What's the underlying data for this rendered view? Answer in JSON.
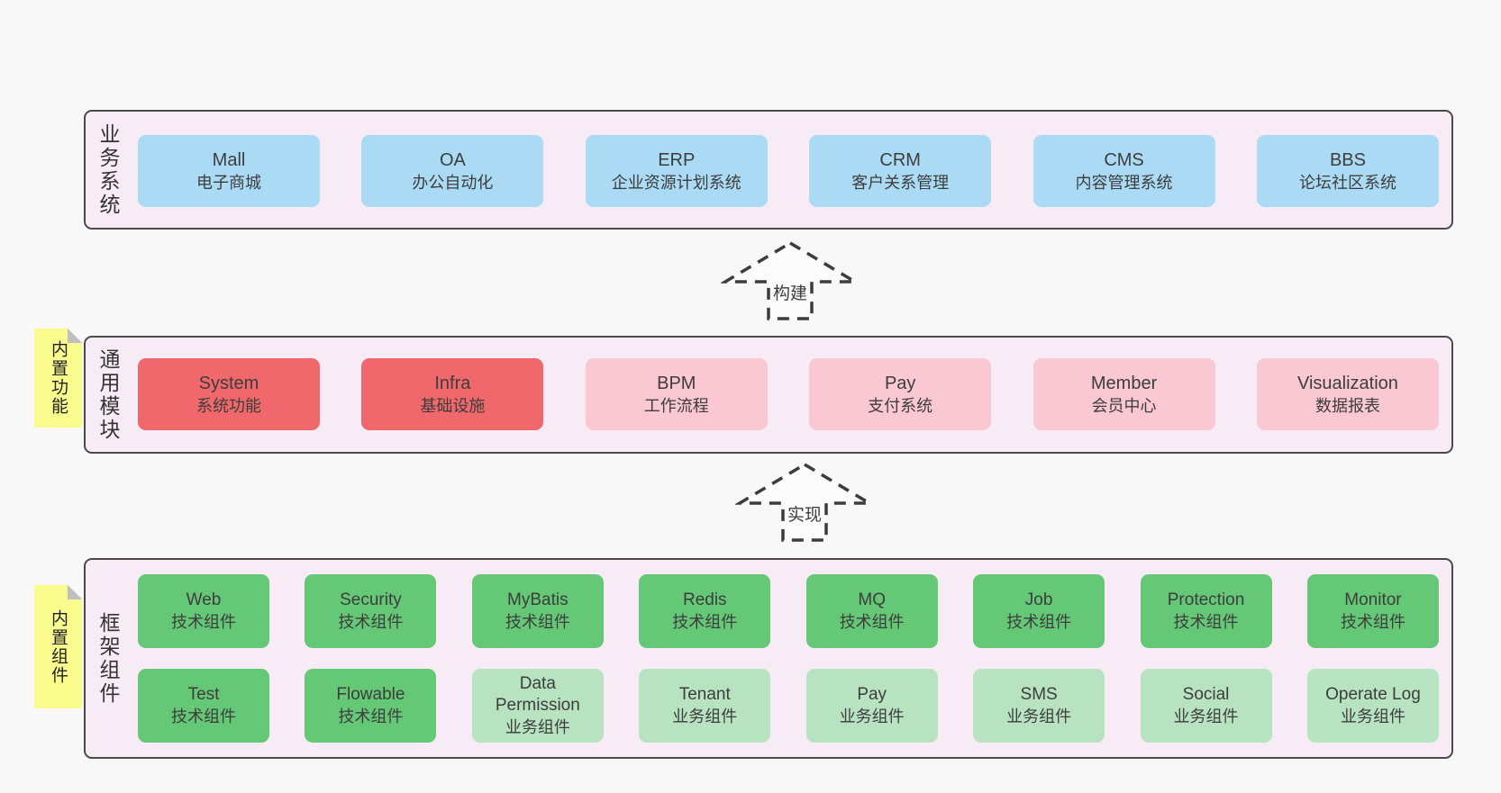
{
  "colors": {
    "page_bg": "#f8f8f8",
    "container_bg": "#f7ecf6",
    "container_border": "#4a4a4a",
    "blue_box": "#abdbf4",
    "red_box": "#f0686c",
    "pink_box": "#f9c8d2",
    "green_box": "#64c876",
    "light_green_box": "#b7e3c0",
    "note_bg": "#fbfc8e",
    "note_fold": "#bfbfbf",
    "dash_stroke": "#3c3c3c"
  },
  "arrows": [
    {
      "label": "构建"
    },
    {
      "label": "实现"
    }
  ],
  "layers": [
    {
      "label": "业务系统",
      "boxes": [
        {
          "title": "Mall",
          "subtitle": "电子商城"
        },
        {
          "title": "OA",
          "subtitle": "办公自动化"
        },
        {
          "title": "ERP",
          "subtitle": "企业资源计划系统"
        },
        {
          "title": "CRM",
          "subtitle": "客户关系管理"
        },
        {
          "title": "CMS",
          "subtitle": "内容管理系统"
        },
        {
          "title": "BBS",
          "subtitle": "论坛社区系统"
        }
      ]
    },
    {
      "label": "通用模块",
      "note": "内置功能",
      "boxes": [
        {
          "title": "System",
          "subtitle": "系统功能"
        },
        {
          "title": "Infra",
          "subtitle": "基础设施"
        },
        {
          "title": "BPM",
          "subtitle": "工作流程"
        },
        {
          "title": "Pay",
          "subtitle": "支付系统"
        },
        {
          "title": "Member",
          "subtitle": "会员中心"
        },
        {
          "title": "Visualization",
          "subtitle": "数据报表"
        }
      ]
    },
    {
      "label": "框架组件",
      "note": "内置组件",
      "rows": [
        [
          {
            "title": "Web",
            "subtitle": "技术组件"
          },
          {
            "title": "Security",
            "subtitle": "技术组件"
          },
          {
            "title": "MyBatis",
            "subtitle": "技术组件"
          },
          {
            "title": "Redis",
            "subtitle": "技术组件"
          },
          {
            "title": "MQ",
            "subtitle": "技术组件"
          },
          {
            "title": "Job",
            "subtitle": "技术组件"
          },
          {
            "title": "Protection",
            "subtitle": "技术组件"
          },
          {
            "title": "Monitor",
            "subtitle": "技术组件"
          }
        ],
        [
          {
            "title": "Test",
            "subtitle": "技术组件"
          },
          {
            "title": "Flowable",
            "subtitle": "技术组件"
          },
          {
            "title": "Data Permission",
            "subtitle": "业务组件"
          },
          {
            "title": "Tenant",
            "subtitle": "业务组件"
          },
          {
            "title": "Pay",
            "subtitle": "业务组件"
          },
          {
            "title": "SMS",
            "subtitle": "业务组件"
          },
          {
            "title": "Social",
            "subtitle": "业务组件"
          },
          {
            "title": "Operate Log",
            "subtitle": "业务组件"
          }
        ]
      ]
    }
  ]
}
